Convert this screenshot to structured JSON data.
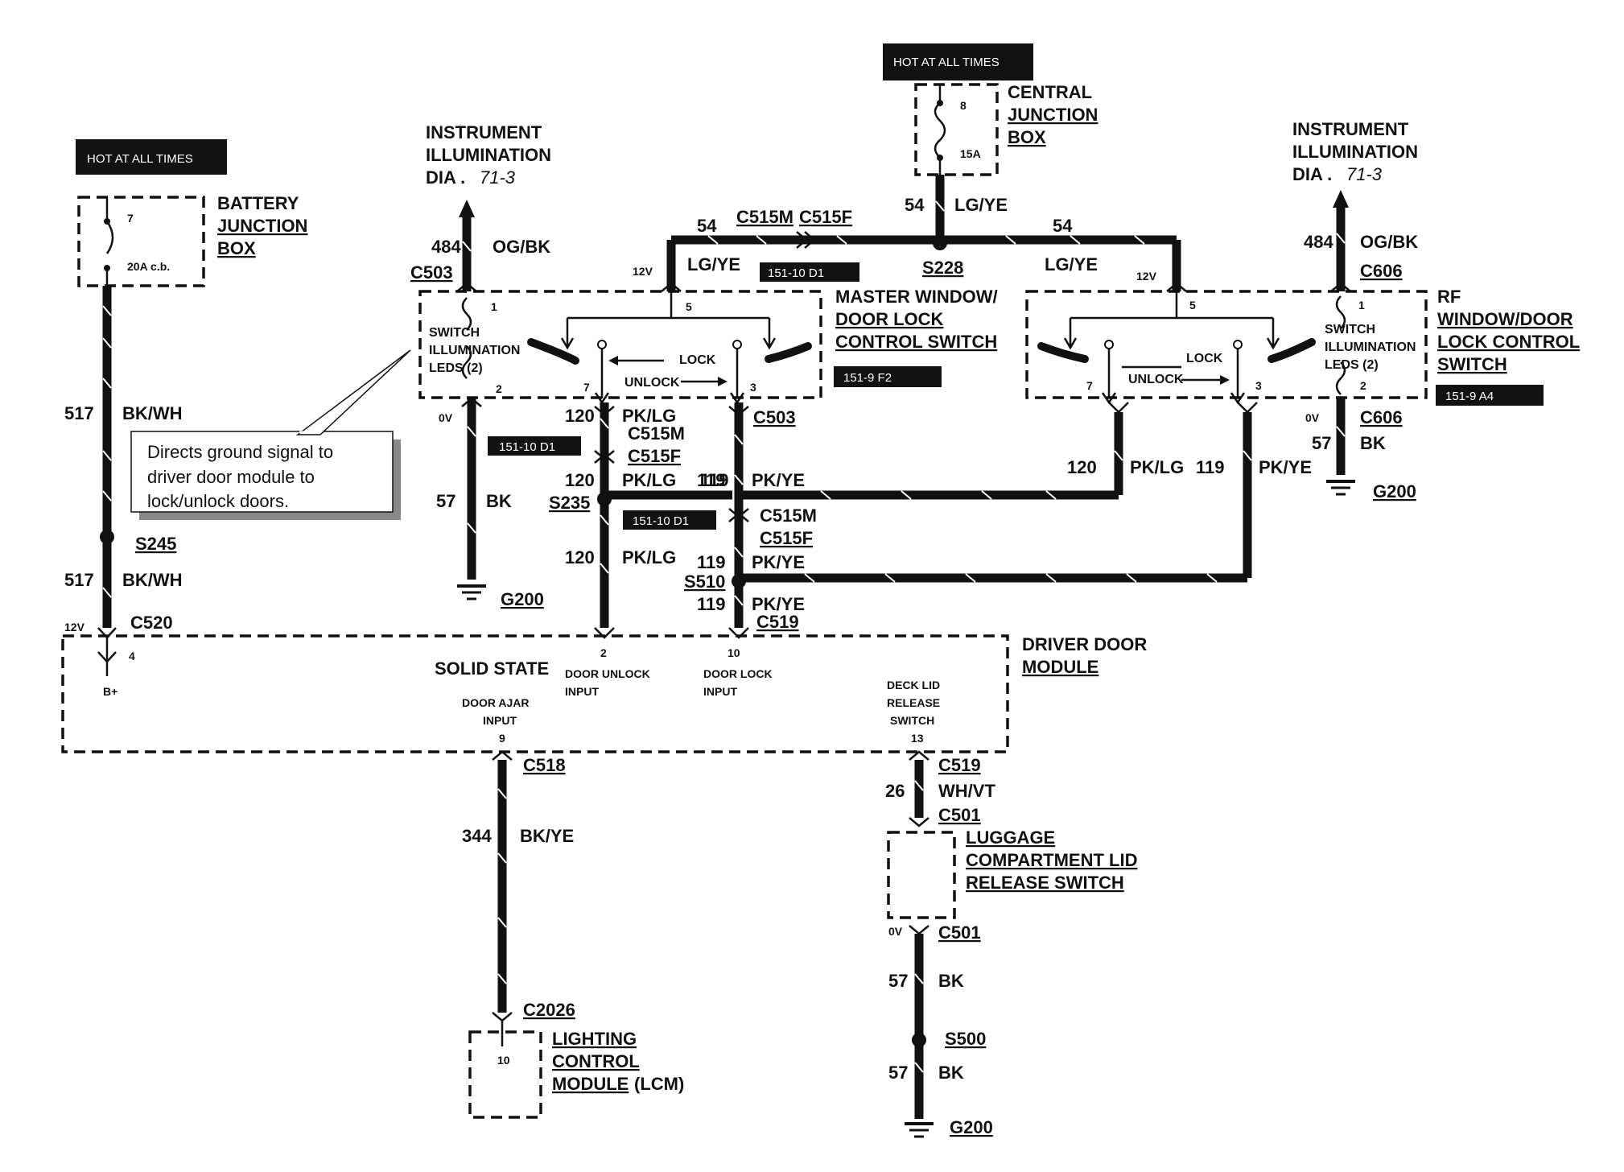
{
  "hot_labels": {
    "left": "HOT AT ALL TIMES",
    "top": "HOT AT ALL TIMES"
  },
  "battery_jb": {
    "title_1": "BATTERY",
    "title_2": "JUNCTION",
    "title_3": "BOX",
    "fuse_no": "7",
    "rating": "20A c.b."
  },
  "central_jb": {
    "title_1": "CENTRAL",
    "title_2": "JUNCTION",
    "title_3": "BOX",
    "fuse_no": "8",
    "rating": "15A"
  },
  "instr_left": {
    "line1": "INSTRUMENT",
    "line2": "ILLUMINATION",
    "dia": "DIA .",
    "ref": "71-3"
  },
  "instr_right": {
    "line1": "INSTRUMENT",
    "line2": "ILLUMINATION",
    "dia": "DIA .",
    "ref": "71-3"
  },
  "master_switch": {
    "line1": "MASTER WINDOW/",
    "line2": "DOOR LOCK",
    "line3": "CONTROL SWITCH",
    "ref": "151-9 F2",
    "led_1": "SWITCH",
    "led_2": "ILLUMINATION",
    "led_3": "LEDS (2)",
    "lock": "LOCK",
    "unlock": "UNLOCK",
    "pin1": "1",
    "pin2": "2",
    "pin3": "3",
    "pin5": "5",
    "pin7": "7"
  },
  "rf_switch": {
    "line1": "RF",
    "line2": "WINDOW/DOOR",
    "line3": "LOCK CONTROL",
    "line4": "SWITCH",
    "ref": "151-9 A4",
    "led_1": "SWITCH",
    "led_2": "ILLUMINATION",
    "led_3": "LEDS (2)",
    "lock": "LOCK",
    "unlock": "UNLOCK",
    "pin1": "1",
    "pin2": "2",
    "pin3": "3",
    "pin5": "5",
    "pin7": "7"
  },
  "driver_module": {
    "title_1": "DRIVER DOOR",
    "title_2": "MODULE",
    "solid_state": "SOLID STATE",
    "bplus": "B+",
    "pin4": "4",
    "pin2": "2",
    "pin10": "10",
    "pin9": "9",
    "pin13": "13",
    "door_unlock_1": "DOOR UNLOCK",
    "door_unlock_2": "INPUT",
    "door_lock_1": "DOOR LOCK",
    "door_lock_2": "INPUT",
    "door_ajar_1": "DOOR AJAR",
    "door_ajar_2": "INPUT",
    "deck_1": "DECK LID",
    "deck_2": "RELEASE",
    "deck_3": "SWITCH"
  },
  "luggage": {
    "line1": "LUGGAGE",
    "line2": "COMPARTMENT LID",
    "line3": "RELEASE SWITCH"
  },
  "lcm": {
    "line1": "LIGHTING",
    "line2": "CONTROL",
    "line3": "MODULE",
    "line3b": "(LCM)",
    "pin": "10"
  },
  "note": {
    "line1": "Directs ground signal to",
    "line2": "driver door module to",
    "line3": "lock/unlock doors."
  },
  "refs": {
    "r1": "151-10 D1",
    "r2": "151-10 D1",
    "r3": "151-10 D1"
  },
  "voltages": {
    "v12": "12V",
    "v0": "0V"
  },
  "wires": {
    "w517": "517",
    "bkwh": "BK/WH",
    "w484": "484",
    "ogbk": "OG/BK",
    "w54": "54",
    "lgye": "LG/YE",
    "w120": "120",
    "pklg": "PK/LG",
    "w119": "119",
    "pkye": "PK/YE",
    "w57": "57",
    "bk": "BK",
    "w344": "344",
    "bkye": "BK/YE",
    "w26": "26",
    "whvt": "WH/VT"
  },
  "connectors": {
    "c503": "C503",
    "c515m": "C515M",
    "c515f": "C515F",
    "s228": "S228",
    "c606": "C606",
    "s245": "S245",
    "c520": "C520",
    "s235": "S235",
    "s510": "S510",
    "c519": "C519",
    "c518": "C518",
    "c501": "C501",
    "c2026": "C2026",
    "s500": "S500",
    "g200": "G200"
  }
}
